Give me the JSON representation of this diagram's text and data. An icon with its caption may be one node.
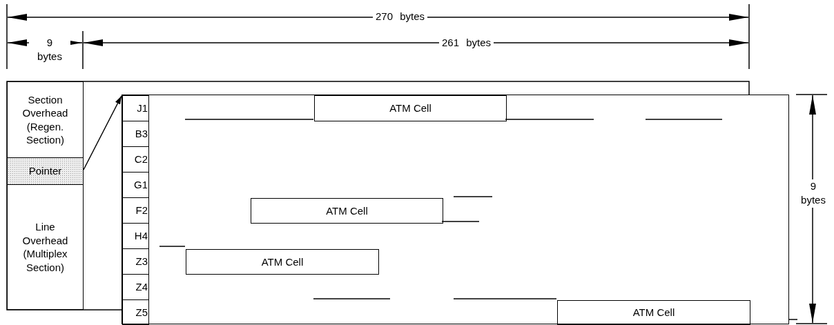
{
  "diagram": {
    "nodes": [
      {
        "text": [
          "Section Overhead (Regen. Section)"
        ]
      },
      {
        "text": [
          "Pointer"
        ]
      },
      {
        "text": [
          "Line Overhead (Multiplex Section)"
        ]
      },
      {
        "text": [],
        "shape": "box"
      },
      {
        "text": [
          "J1"
        ],
        "in": 3
      },
      {
        "text": [
          "B3"
        ],
        "in": 3
      },
      {
        "text": [
          "C2"
        ],
        "in": 3
      },
      {
        "text": [
          "G1"
        ],
        "in": 3
      },
      {
        "text": [
          "F2"
        ],
        "in": 3
      },
      {
        "text": [
          "H4"
        ],
        "in": 3
      },
      {
        "text": [
          "Z3"
        ],
        "in": 3
      },
      {
        "text": [
          "Z4"
        ],
        "in": 3
      },
      {
        "text": [
          "Z5"
        ],
        "in": 3
      },
      {
        "text": [
          "ATM Cell"
        ],
        "in": 3
      },
      {
        "text": [
          "ATM Cell"
        ],
        "in": 3
      },
      {
        "text": [
          "ATM Cell"
        ],
        "in": 3
      },
      {
        "text": [
          "ATM Cell"
        ],
        "in": 3
      }
    ],
    "edges": [
      {
        "from": 1,
        "to": 4,
        "arrow": "to"
      }
    ],
    "labels": [
      "270 bytes",
      "9 bytes",
      "261 bytes",
      "9 bytes"
    ]
  }
}
